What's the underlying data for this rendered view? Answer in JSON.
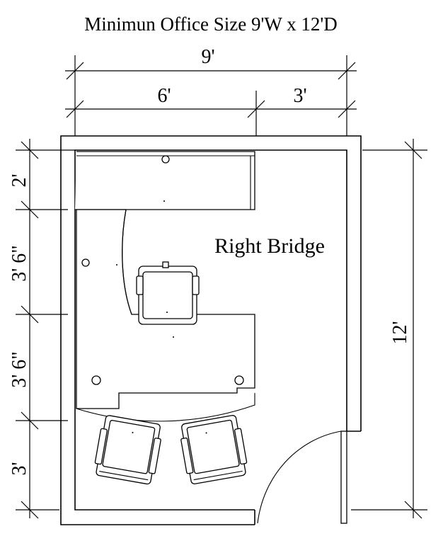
{
  "title": "Minimun Office Size 9'W x 12'D",
  "room_label": "Right Bridge",
  "dimensions": {
    "width_total": "9'",
    "width_desk": "6'",
    "width_side": "3'",
    "depth_total": "12'",
    "depth_segments": [
      "2'",
      "3' 6\"",
      "3' 6\"",
      "3'"
    ]
  }
}
